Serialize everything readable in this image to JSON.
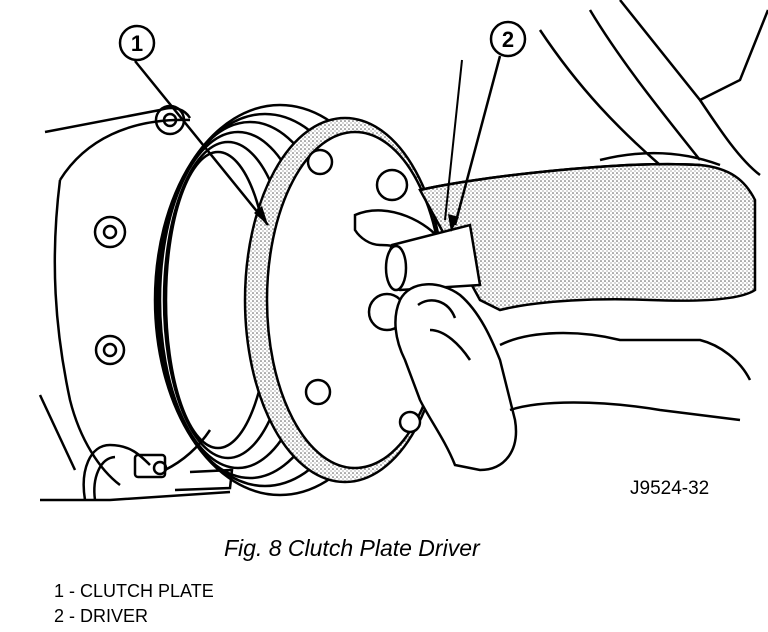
{
  "figure": {
    "code": "J9524-32",
    "caption": "Fig. 8 Clutch Plate Driver",
    "callouts": [
      "1",
      "2"
    ]
  },
  "legend": [
    "1 - CLUTCH PLATE",
    "2 - DRIVER"
  ]
}
